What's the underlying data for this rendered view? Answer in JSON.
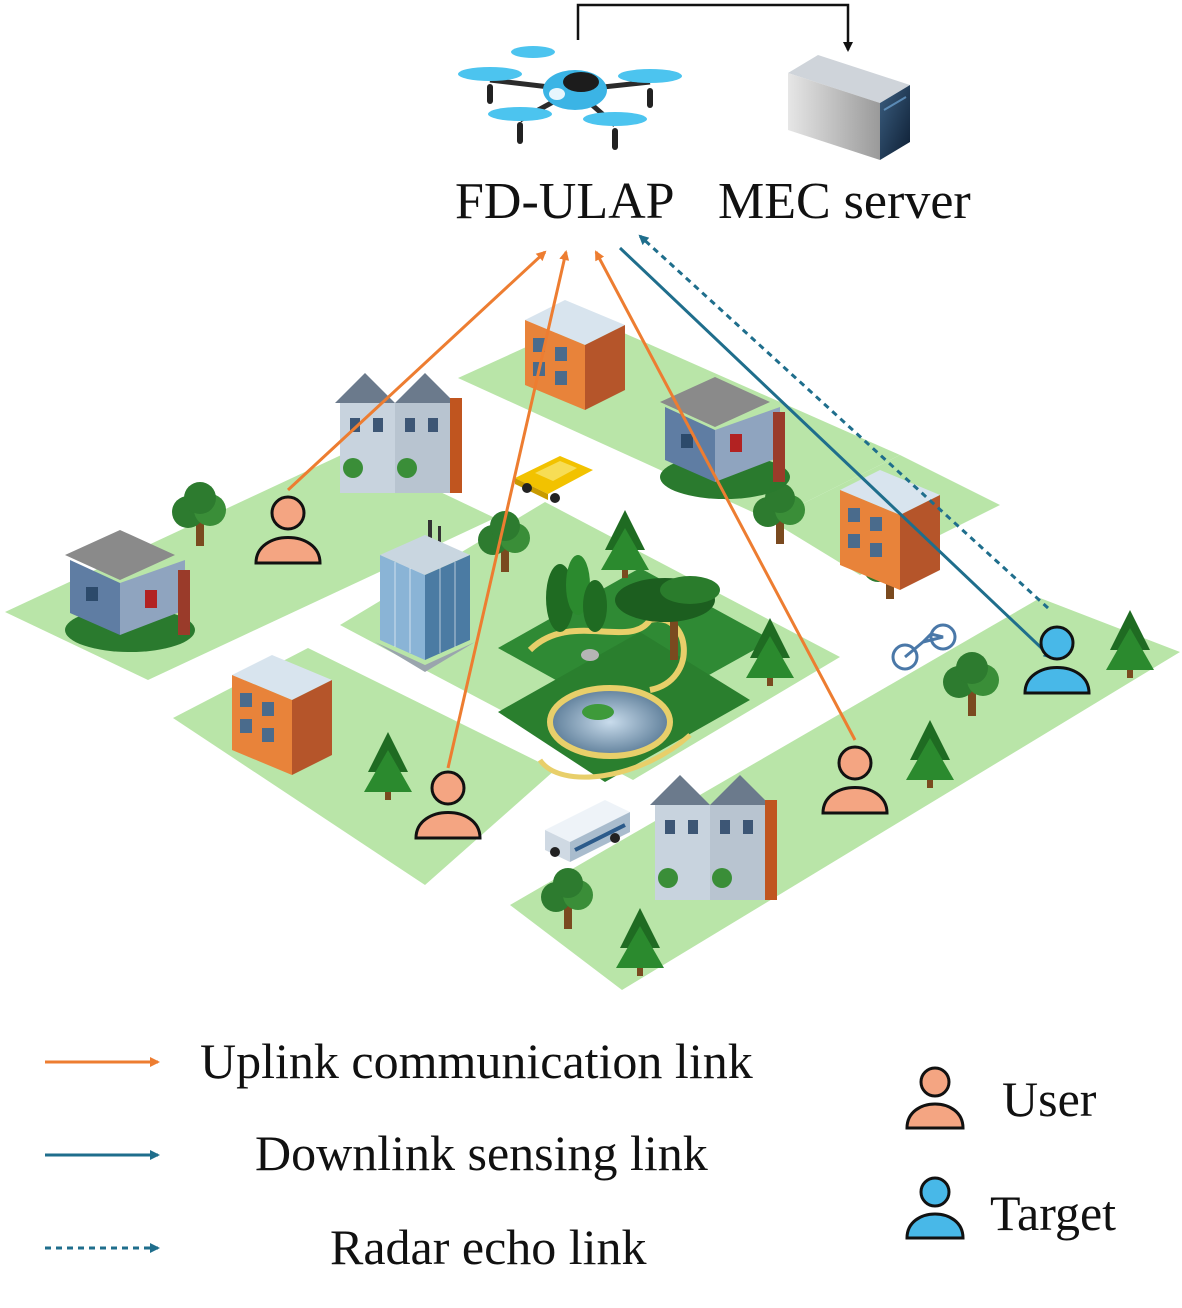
{
  "nodes": {
    "uav_label": "FD-ULAP",
    "server_label": "MEC server"
  },
  "legend": {
    "uplink": "Uplink communication link",
    "downlink": "Downlink sensing link",
    "echo": "Radar echo link",
    "user": "User",
    "target": "Target"
  },
  "colors": {
    "uplink": "#ED7D31",
    "downlink": "#1F6E8C",
    "user": "#F4A582",
    "target": "#48B8E8",
    "ground": "#B9E5A8"
  }
}
